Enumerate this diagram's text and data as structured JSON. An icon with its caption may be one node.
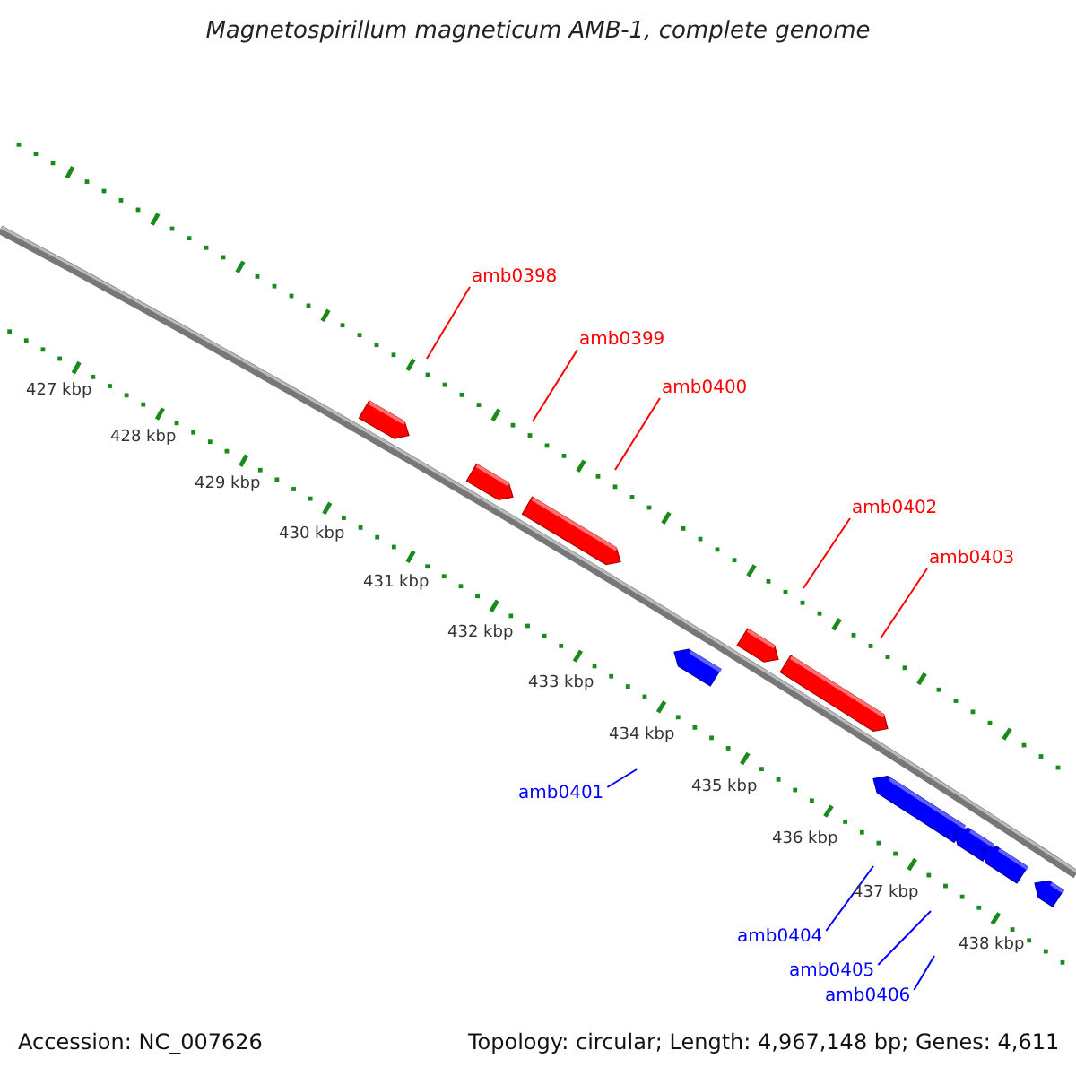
{
  "diagram": {
    "title": "Magnetospirillum magneticum AMB-1, complete genome",
    "nodes": [
      {
        "text": [
          "amb0398"
        ]
      },
      {
        "text": [
          "amb0399"
        ]
      },
      {
        "text": [
          "amb0400"
        ]
      },
      {
        "text": [
          "amb0402"
        ]
      },
      {
        "text": [
          "amb0403"
        ]
      },
      {
        "text": [
          "amb0401"
        ]
      },
      {
        "text": [
          "amb0404"
        ]
      },
      {
        "text": [
          "amb0405"
        ]
      },
      {
        "text": [
          "amb0406"
        ]
      }
    ],
    "edges": [
      {
        "from": 0,
        "to": null,
        "arrow": "none"
      },
      {
        "from": 1,
        "to": null,
        "arrow": "none"
      },
      {
        "from": 2,
        "to": null,
        "arrow": "none"
      },
      {
        "from": 3,
        "to": null,
        "arrow": "none"
      },
      {
        "from": 4,
        "to": null,
        "arrow": "none"
      },
      {
        "from": 5,
        "to": null,
        "arrow": "none",
        "color": "#0000ff"
      },
      {
        "from": 6,
        "to": null,
        "arrow": "none",
        "color": "#0000ff"
      },
      {
        "from": 7,
        "to": null,
        "arrow": "none",
        "color": "#0000ff"
      },
      {
        "from": 8,
        "to": null,
        "arrow": "none",
        "color": "#0000ff"
      }
    ],
    "labels": [
      "427 kbp",
      "428 kbp",
      "429 kbp",
      "430 kbp",
      "431 kbp",
      "432 kbp",
      "433 kbp",
      "434 kbp",
      "435 kbp",
      "436 kbp",
      "437 kbp",
      "438 kbp",
      "Accession: NC_007626",
      "Topology: circular; Length: 4,967,148 bp; Genes: 4,611"
    ]
  }
}
